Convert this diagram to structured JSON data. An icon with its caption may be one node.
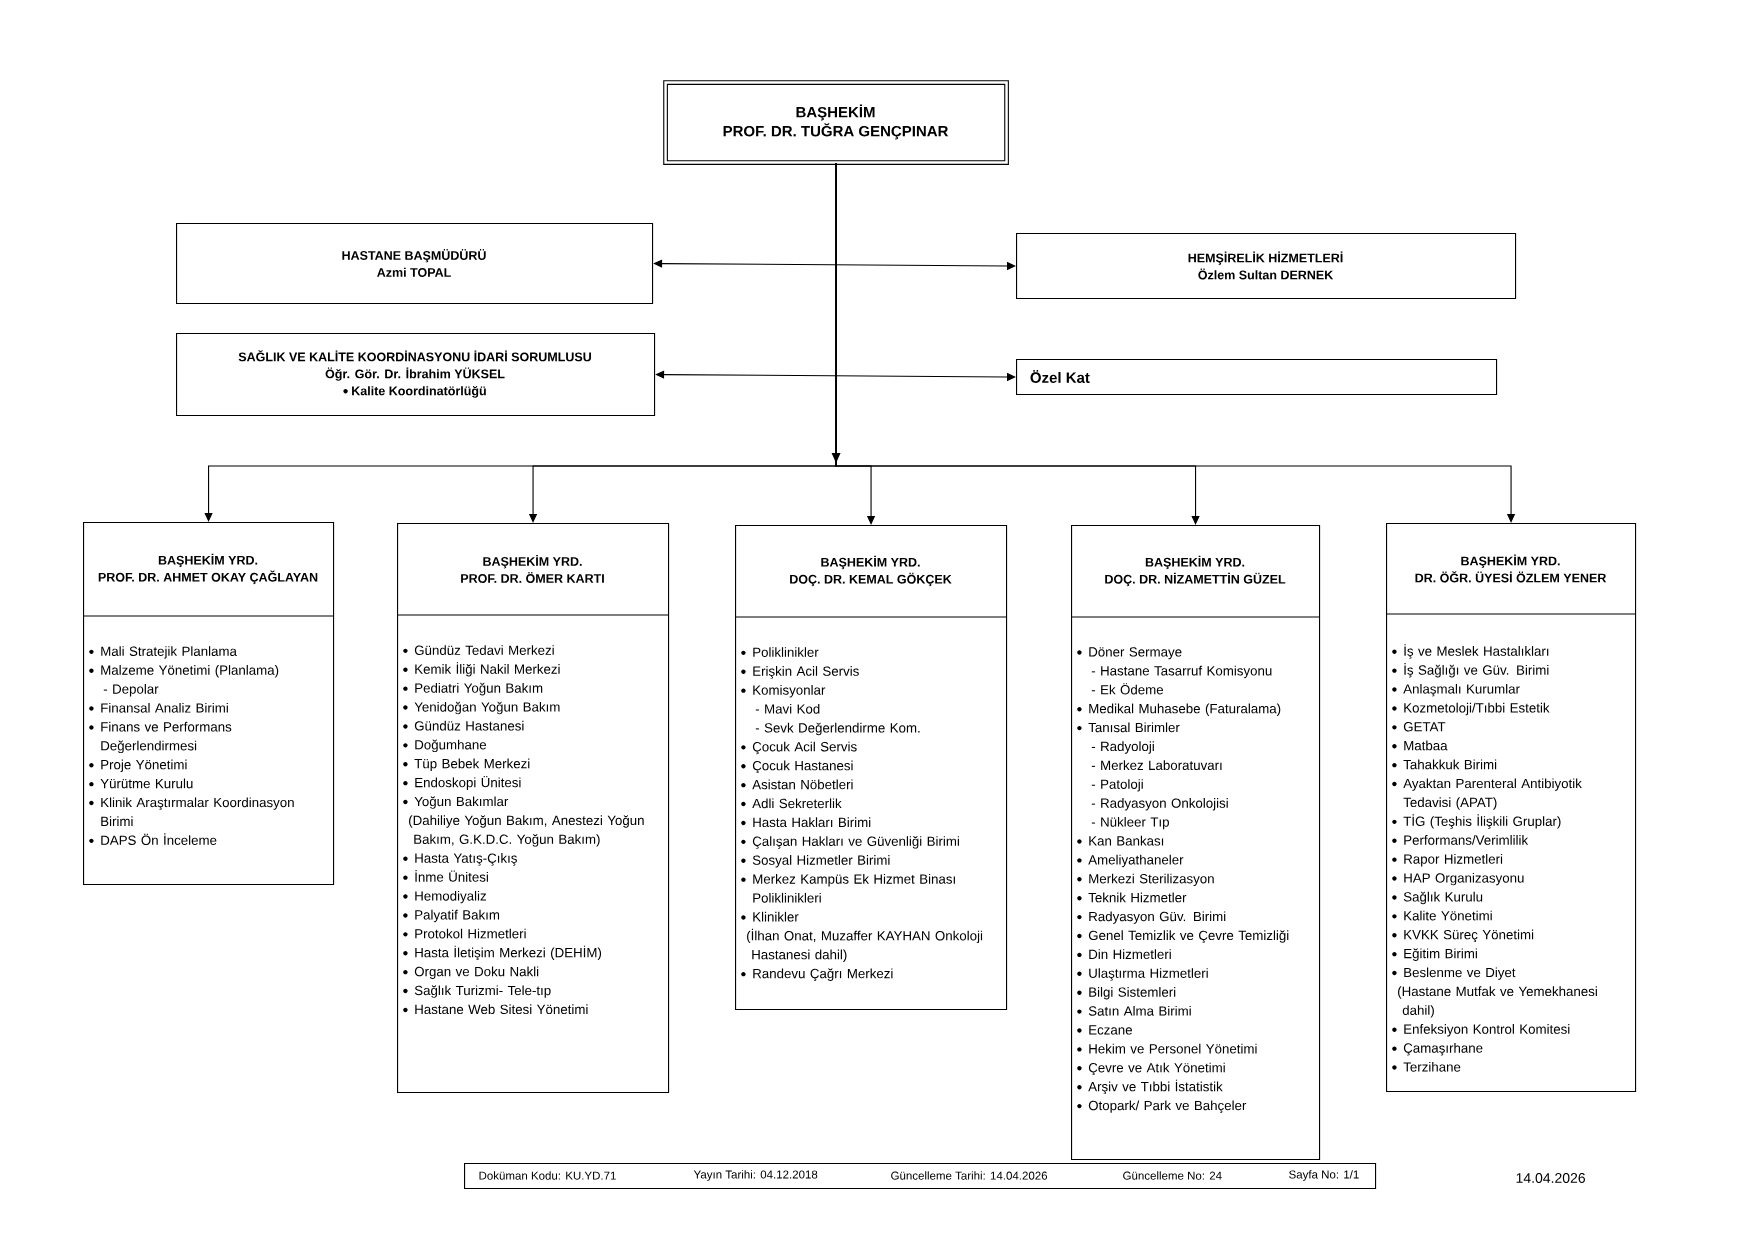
{
  "diagram": {
    "nodes": [
      {
        "text": [
          "BAŞHEKİM",
          "PROF. DR. TUĞRA GENÇPINAR"
        ]
      },
      {
        "text": [
          "HASTANE BAŞMÜDÜRÜ",
          "Azmi TOPAL"
        ]
      },
      {
        "text": [
          "HEMŞİRELİK HİZMETLERİ",
          "Özlem Sultan DERNEK"
        ]
      },
      {
        "text": [
          "SAĞLIK VE KALİTE KOORDİNASYONU İDARİ SORUMLUSU",
          "Öğr. Gör. Dr. İbrahim YÜKSEL",
          "Kalite Koordinatörlüğü"
        ]
      },
      {
        "text": [
          "Özel Kat"
        ]
      },
      {
        "text": [
          "BAŞHEKİM YRD.",
          "PROF. DR. AHMET OKAY ÇAĞLAYAN",
          "Mali Stratejik Planlama",
          "Malzeme Yönetimi (Planlama)",
          "- Depolar",
          "Finansal Analiz Birimi",
          "Finans ve Performans Değerlendirmesi",
          "Proje Yönetimi",
          "Yürütme Kurulu",
          "Klinik Araştırmalar Koordinasyon Birimi",
          "DAPS Ön İnceleme"
        ]
      },
      {
        "text": [
          "BAŞHEKİM YRD.",
          "PROF. DR. ÖMER KARTI",
          "Gündüz Tedavi Merkezi",
          "Kemik İliği Nakil Merkezi",
          "Pediatri Yoğun Bakım",
          "Yenidoğan Yoğun Bakım",
          "Gündüz Hastanesi",
          "Doğumhane",
          "Tüp Bebek Merkezi",
          "Endoskopi Ünitesi",
          "Yoğun Bakımlar",
          "(Dahiliye Yoğun Bakım, Anestezi Yoğun Bakım, G.K.D.C. Yoğun Bakım)",
          "Hasta Yatış-Çıkış",
          "İnme Ünitesi",
          "Hemodiyaliz",
          "Palyatif Bakım",
          "Protokol Hizmetleri",
          "Hasta İletişim Merkezi (DEHİM)",
          "Organ ve Doku Nakli",
          "Sağlık Turizmi- Tele-tıp",
          "Hastane Web Sitesi Yönetimi"
        ]
      },
      {
        "text": [
          "BAŞHEKİM YRD.",
          "DOÇ. DR. KEMAL GÖKÇEK",
          "Poliklinikler",
          "Erişkin Acil Servis",
          "Komisyonlar",
          "- Mavi Kod",
          "- Sevk Değerlendirme Kom.",
          "Çocuk Acil Servis",
          "Çocuk Hastanesi",
          "Asistan Nöbetleri",
          "Adli Sekreterlik",
          "Hasta Hakları Birimi",
          "Çalışan Hakları ve Güvenliği Birimi",
          "Sosyal Hizmetler Birimi",
          "Merkez Kampüs Ek Hizmet Binası Poliklinikleri",
          "Klinikler",
          "(İlhan Onat, Muzaffer KAYHAN Onkoloji Hastanesi dahil)",
          "Randevu Çağrı Merkezi"
        ]
      },
      {
        "text": [
          "BAŞHEKİM YRD.",
          "DOÇ. DR. NİZAMETTİN GÜZEL",
          "Döner Sermaye",
          "- Hastane Tasarruf Komisyonu",
          "- Ek Ödeme",
          "Medikal Muhasebe (Faturalama)",
          "Tanısal Birimler",
          "- Radyoloji",
          "- Merkez Laboratuvarı",
          "- Patoloji",
          "- Radyasyon Onkolojisi",
          "- Nükleer Tıp",
          "Kan Bankası",
          "Ameliyathaneler",
          "Merkezi Sterilizasyon",
          "Teknik Hizmetler",
          "Radyasyon Güv. Birimi",
          "Genel Temizlik ve Çevre Temizliği",
          "Din Hizmetleri",
          "Ulaştırma Hizmetleri",
          "Bilgi Sistemleri",
          "Satın Alma Birimi",
          "Eczane",
          "Hekim ve Personel Yönetimi",
          "Çevre ve Atık Yönetimi",
          "Arşiv ve Tıbbi İstatistik",
          "Otopark/ Park ve Bahçeler"
        ]
      },
      {
        "text": [
          "BAŞHEKİM YRD.",
          "DR. ÖĞR. ÜYESİ ÖZLEM YENER",
          "İş ve Meslek Hastalıkları",
          "İş Sağlığı ve Güv. Birimi",
          "Anlaşmalı Kurumlar",
          "Kozmetoloji/Tıbbi Estetik",
          "GETAT",
          "Matbaa",
          "Tahakkuk Birimi",
          "Ayaktan Parenteral Antibiyotik Tedavisi (APAT)",
          "TİG (Teşhis İlişkili Gruplar)",
          "Performans/Verimlilik",
          "Rapor Hizmetleri",
          "HAP Organizasyonu",
          "Sağlık Kurulu",
          "Kalite Yönetimi",
          "KVKK Süreç Yönetimi",
          "Eğitim Birimi",
          "Beslenme ve Diyet",
          "(Hastane Mutfak ve Yemekhanesi dahil)",
          "Enfeksiyon Kontrol Komitesi",
          "Çamaşırhane",
          "Terzihane"
        ]
      },
      {
        "text": [
          "Doküman Kodu: KU.YD.71",
          "Yayın Tarihi: 04.12.2018",
          "Güncelleme Tarihi: 14.04.2026",
          "Güncelleme No: 24",
          "Sayfa No: 1/1"
        ]
      }
    ],
    "edges": [
      {
        "from": 0,
        "to": 5,
        "arrow": "to"
      },
      {
        "from": 0,
        "to": 6,
        "arrow": "to"
      },
      {
        "from": 0,
        "to": 7,
        "arrow": "to"
      },
      {
        "from": 0,
        "to": 8,
        "arrow": "to"
      },
      {
        "from": 0,
        "to": 9,
        "arrow": "to"
      },
      {
        "from": 1,
        "to": 2,
        "arrow": "both"
      },
      {
        "from": 3,
        "to": 4,
        "arrow": "both"
      }
    ],
    "labels": [
      "14.04.2026"
    ]
  }
}
